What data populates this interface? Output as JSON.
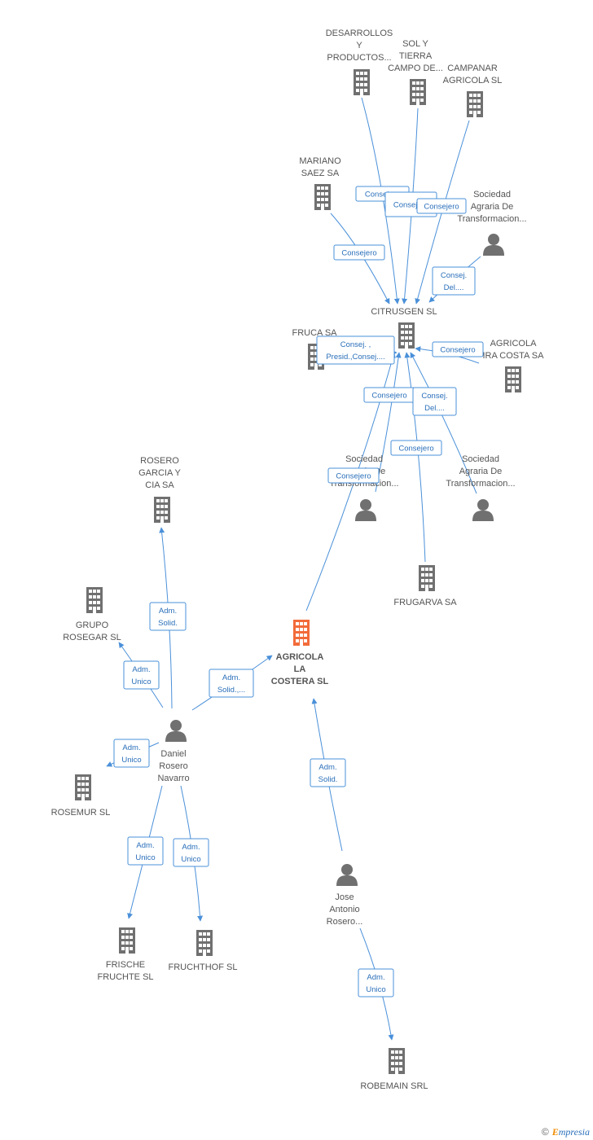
{
  "accent_color": "#4a90d9",
  "main_company_color": "#f26b3a",
  "node_color": "#707070",
  "nodes": [
    {
      "id": "desarrollos",
      "type": "company",
      "label": [
        "DESARROLLOS",
        "Y",
        "PRODUCTOS..."
      ]
    },
    {
      "id": "sol_tierra",
      "type": "company",
      "label": [
        "SOL Y",
        "TIERRA",
        "CAMPO DE..."
      ]
    },
    {
      "id": "campanar",
      "type": "company",
      "label": [
        "CAMPANAR",
        "AGRICOLA SL"
      ]
    },
    {
      "id": "mariano",
      "type": "company",
      "label": [
        "MARIANO",
        "SAEZ SA"
      ]
    },
    {
      "id": "sat_top",
      "type": "person",
      "label": [
        "Sociedad",
        "Agraria De",
        "Transformacion..."
      ]
    },
    {
      "id": "citrusgen",
      "type": "company",
      "label": [
        "CITRUSGEN SL"
      ]
    },
    {
      "id": "fruca",
      "type": "company",
      "label": [
        "FRUCA SA"
      ]
    },
    {
      "id": "agricola_ira",
      "type": "company",
      "label": [
        "AGRICOLA",
        "IRA COSTA SA"
      ]
    },
    {
      "id": "sat_mid_left",
      "type": "person",
      "label": [
        "Sociedad",
        "Agraria De",
        "Transformacion..."
      ]
    },
    {
      "id": "sat_mid_right",
      "type": "person",
      "label": [
        "Sociedad",
        "Agraria De",
        "Transformacion..."
      ]
    },
    {
      "id": "rosero_garcia",
      "type": "company",
      "label": [
        "ROSERO",
        "GARCIA Y",
        "CIA SA"
      ]
    },
    {
      "id": "frugarva",
      "type": "company",
      "label": [
        "FRUGARVA SA"
      ]
    },
    {
      "id": "grupo_rosegar",
      "type": "company",
      "label": [
        "GRUPO",
        "ROSEGAR SL"
      ]
    },
    {
      "id": "agricola_main",
      "type": "main",
      "label": [
        "AGRICOLA",
        "LA",
        "COSTERA SL"
      ]
    },
    {
      "id": "daniel",
      "type": "person",
      "label": [
        "Daniel",
        "Rosero",
        "Navarro"
      ]
    },
    {
      "id": "rosemur",
      "type": "company",
      "label": [
        "ROSEMUR SL"
      ]
    },
    {
      "id": "frische",
      "type": "company",
      "label": [
        "FRISCHE",
        "FRUCHTE SL"
      ]
    },
    {
      "id": "fruchthof",
      "type": "company",
      "label": [
        "FRUCHTHOF SL"
      ]
    },
    {
      "id": "jose",
      "type": "person",
      "label": [
        "Jose",
        "Antonio",
        "Rosero..."
      ]
    },
    {
      "id": "robemain",
      "type": "company",
      "label": [
        "ROBEMAIN SRL"
      ]
    }
  ],
  "edges": [
    {
      "from": "desarrollos",
      "to": "citrusgen",
      "label": [
        "Consejero"
      ]
    },
    {
      "from": "sol_tierra",
      "to": "citrusgen",
      "label": [
        "Consejero"
      ]
    },
    {
      "from": "campanar",
      "to": "citrusgen",
      "label": [
        "Consejero"
      ]
    },
    {
      "from": "mariano",
      "to": "citrusgen",
      "label": [
        "Consejero"
      ]
    },
    {
      "from": "sat_top",
      "to": "citrusgen",
      "label": [
        "Consej.",
        "Del...."
      ]
    },
    {
      "from": "fruca",
      "to": "citrusgen",
      "label": [
        "Consej. ,",
        "Presid.,Consej...."
      ]
    },
    {
      "from": "agricola_ira",
      "to": "citrusgen",
      "label": [
        "Consejero"
      ]
    },
    {
      "from": "sat_mid_left",
      "to": "citrusgen",
      "label": [
        "Consejero"
      ]
    },
    {
      "from": "sat_mid_right",
      "to": "citrusgen",
      "label": [
        "Consej.",
        "Del...."
      ]
    },
    {
      "from": "frugarva",
      "to": "citrusgen",
      "label": [
        "Consejero"
      ]
    },
    {
      "from": "agricola_main",
      "to": "citrusgen",
      "label": [
        "Consejero"
      ]
    },
    {
      "from": "daniel",
      "to": "rosero_garcia",
      "label": [
        "Adm.",
        "Solid."
      ]
    },
    {
      "from": "daniel",
      "to": "grupo_rosegar",
      "label": [
        "Adm.",
        "Unico"
      ]
    },
    {
      "from": "daniel",
      "to": "agricola_main",
      "label": [
        "Adm.",
        "Solid.,..."
      ]
    },
    {
      "from": "daniel",
      "to": "rosemur",
      "label": [
        "Adm.",
        "Unico"
      ]
    },
    {
      "from": "daniel",
      "to": "frische",
      "label": [
        "Adm.",
        "Unico"
      ]
    },
    {
      "from": "daniel",
      "to": "fruchthof",
      "label": [
        "Adm.",
        "Unico"
      ]
    },
    {
      "from": "jose",
      "to": "agricola_main",
      "label": [
        "Adm.",
        "Solid."
      ]
    },
    {
      "from": "jose",
      "to": "robemain",
      "label": [
        "Adm.",
        "Unico"
      ]
    }
  ],
  "footer": {
    "copyright": "©",
    "brand_initial": "E",
    "brand_rest": "mpresia"
  }
}
